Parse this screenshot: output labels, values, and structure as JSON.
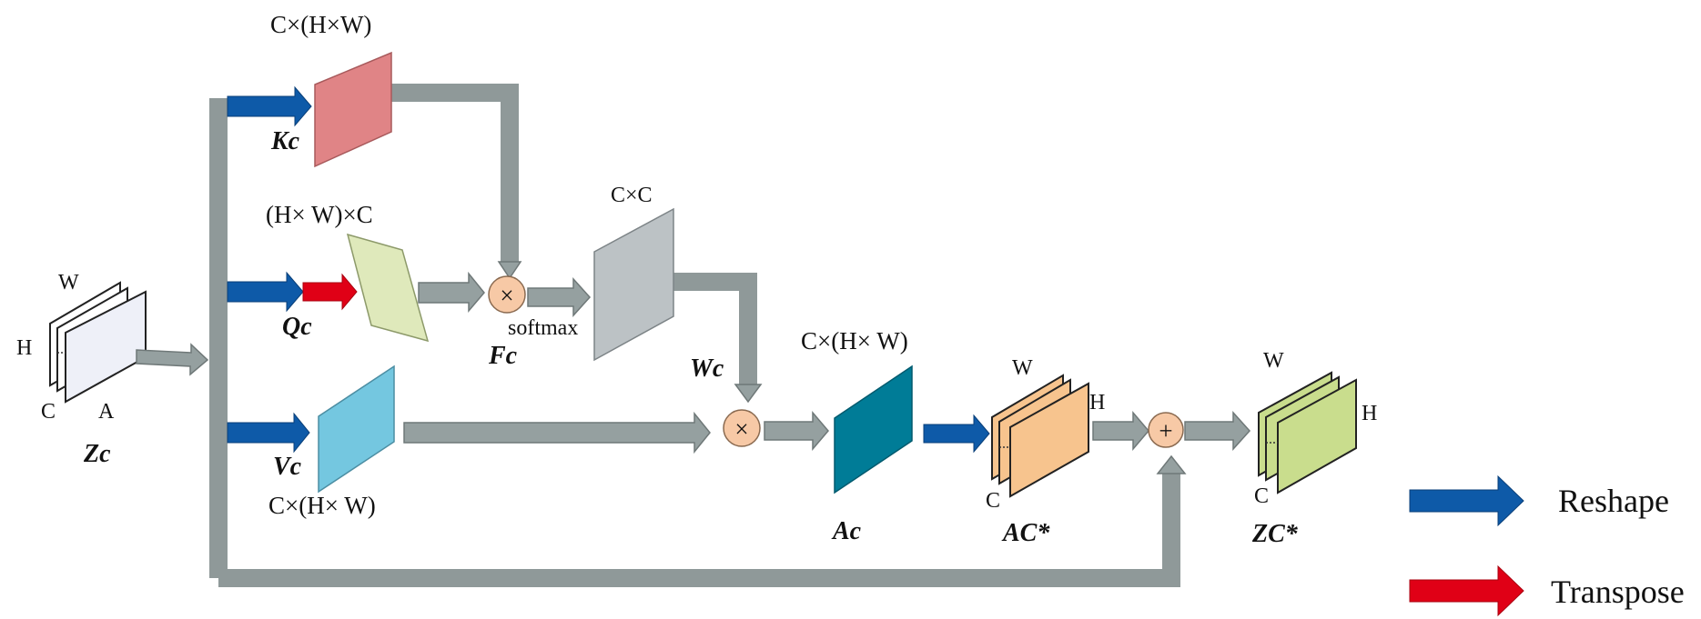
{
  "labels": {
    "top_dim": "C×(H×W)",
    "q_dim": "(H× W)×C",
    "cc_dim": "C×C",
    "ac_dim": "C×(H× W)",
    "v_dim": "C×(H× W)",
    "softmax": "softmax",
    "kc": "Kc",
    "qc": "Qc",
    "vc": "Vc",
    "fc": "Fc",
    "wc": "Wc",
    "ac": "Ac",
    "ac_star": "AC*",
    "zc": "Zc",
    "zc_star": "ZC*"
  },
  "tensor_in": {
    "w": "W",
    "h": "H",
    "c": "C",
    "a": "A"
  },
  "tensor_ac": {
    "w": "W",
    "h": "H",
    "c": "C"
  },
  "tensor_out": {
    "w": "W",
    "h": "H",
    "c": "C"
  },
  "operators": {
    "multiply": "×",
    "add": "+"
  },
  "legend": [
    {
      "label": "Reshape",
      "color": "#0e5aa8"
    },
    {
      "label": "Transpose",
      "color": "#e00016"
    }
  ],
  "colors": {
    "kc_plate": "#e08486",
    "qc_plate": "#dfe9bb",
    "cc_plate": "#bcc2c5",
    "vc_plate": "#74c7e0",
    "ac_plate": "#007c97",
    "acstar_tensor": "#f7c48e",
    "zcstar_tensor": "#c9dd8d",
    "operator": "#f7c9a6"
  }
}
